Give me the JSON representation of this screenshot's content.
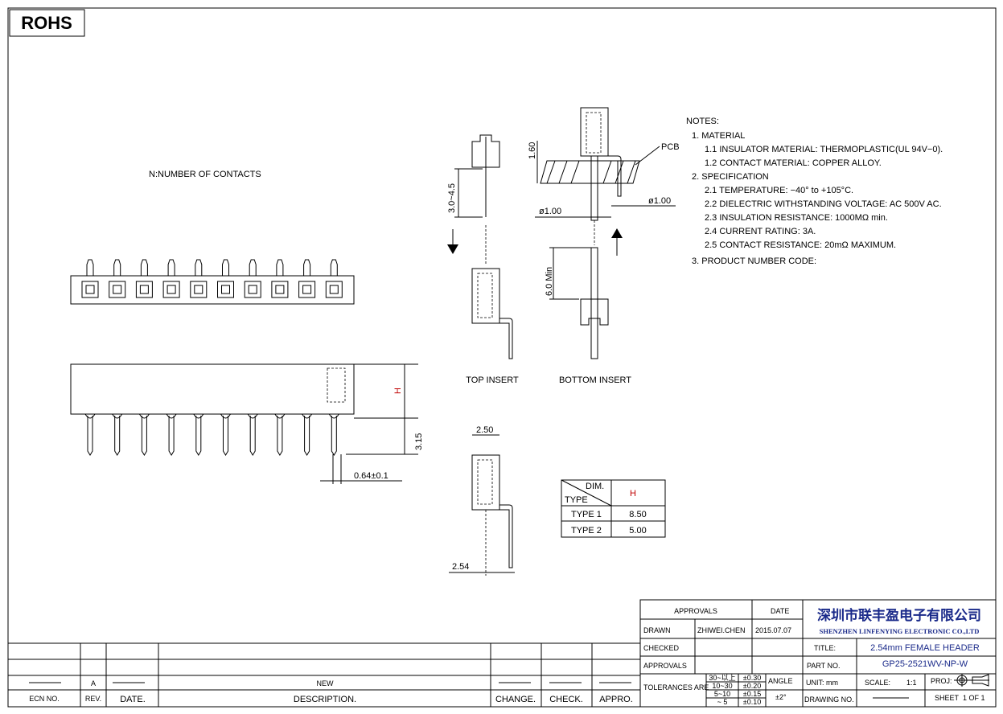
{
  "rohs": "ROHS",
  "n_label": "N:NUMBER OF CONTACTS",
  "contacts_shown": 10,
  "views": {
    "top_insert": "TOP INSERT",
    "bottom_insert": "BOTTOM INSERT"
  },
  "dims": {
    "d_30_45": "3.0~4.5",
    "d_160": "1.60",
    "pcb": "PCB",
    "phi1": "ø1.00",
    "phi2": "ø1.00",
    "d_60min": "6.0 Min",
    "h": "H",
    "d_315": "3.15",
    "d_064": "0.64±0.1",
    "d_250": "2.50",
    "d_254": "2.54"
  },
  "notes": {
    "title": "NOTES:",
    "lines": [
      "1. MATERIAL",
      "1.1 INSULATOR MATERIAL: THERMOPLASTIC(UL 94V−0).",
      "1.2 CONTACT MATERIAL: COPPER ALLOY.",
      "2. SPECIFICATION",
      "2.1 TEMPERATURE: −40° to +105°C.",
      "2.2 DIELECTRIC WITHSTANDING VOLTAGE: AC 500V AC.",
      "2.3 INSULATION RESISTANCE: 1000MΩ min.",
      "2.4 CURRENT RATING: 3A.",
      "2.5 CONTACT RESISTANCE: 20mΩ MAXIMUM.",
      "3. PRODUCT NUMBER CODE:"
    ]
  },
  "type_table": {
    "dim": "DIM.",
    "type": "TYPE",
    "h": "H",
    "rows": [
      {
        "type": "TYPE 1",
        "h": "8.50"
      },
      {
        "type": "TYPE 2",
        "h": "5.00"
      }
    ]
  },
  "revision": {
    "ecn_no": "ECN NO.",
    "rev": "REV.",
    "date": "DATE.",
    "description": "DESCRIPTION.",
    "change": "CHANGE.",
    "check": "CHECK.",
    "appro": "APPRO.",
    "rev_value": "A",
    "desc_value": "NEW"
  },
  "title_block": {
    "approvals": "APPROVALS",
    "date": "DATE",
    "drawn": "DRAWN",
    "drawn_by": "ZHIWEI.CHEN",
    "drawn_date": "2015.07.07",
    "checked": "CHECKED",
    "approvals2": "APPROVALS",
    "company_cn": "深圳市联丰盈电子有限公司",
    "company_en": "SHENZHEN LINFENYING ELECTRONIC CO.,LTD",
    "title_label": "TITLE:",
    "title_value": "2.54mm FEMALE HEADER",
    "part_label": "PART NO.",
    "part_value": "GP25-2521WV-NP-W",
    "tolerances": "TOLERANCES ARE",
    "tol": [
      [
        "30~以上",
        "±0.30"
      ],
      [
        "10~30",
        "±0.20"
      ],
      [
        "5~10",
        "±0.15"
      ],
      [
        "~ 5",
        "±0.10"
      ]
    ],
    "angle": "ANGLE",
    "angle_value": "±2°",
    "unit": "UNIT: mm",
    "scale": "SCALE:",
    "scale_value": "1:1",
    "proj": "PROJ:",
    "drawing_no": "DRAWING NO.",
    "sheet": "SHEET",
    "sheet_value": "1 OF 1"
  }
}
